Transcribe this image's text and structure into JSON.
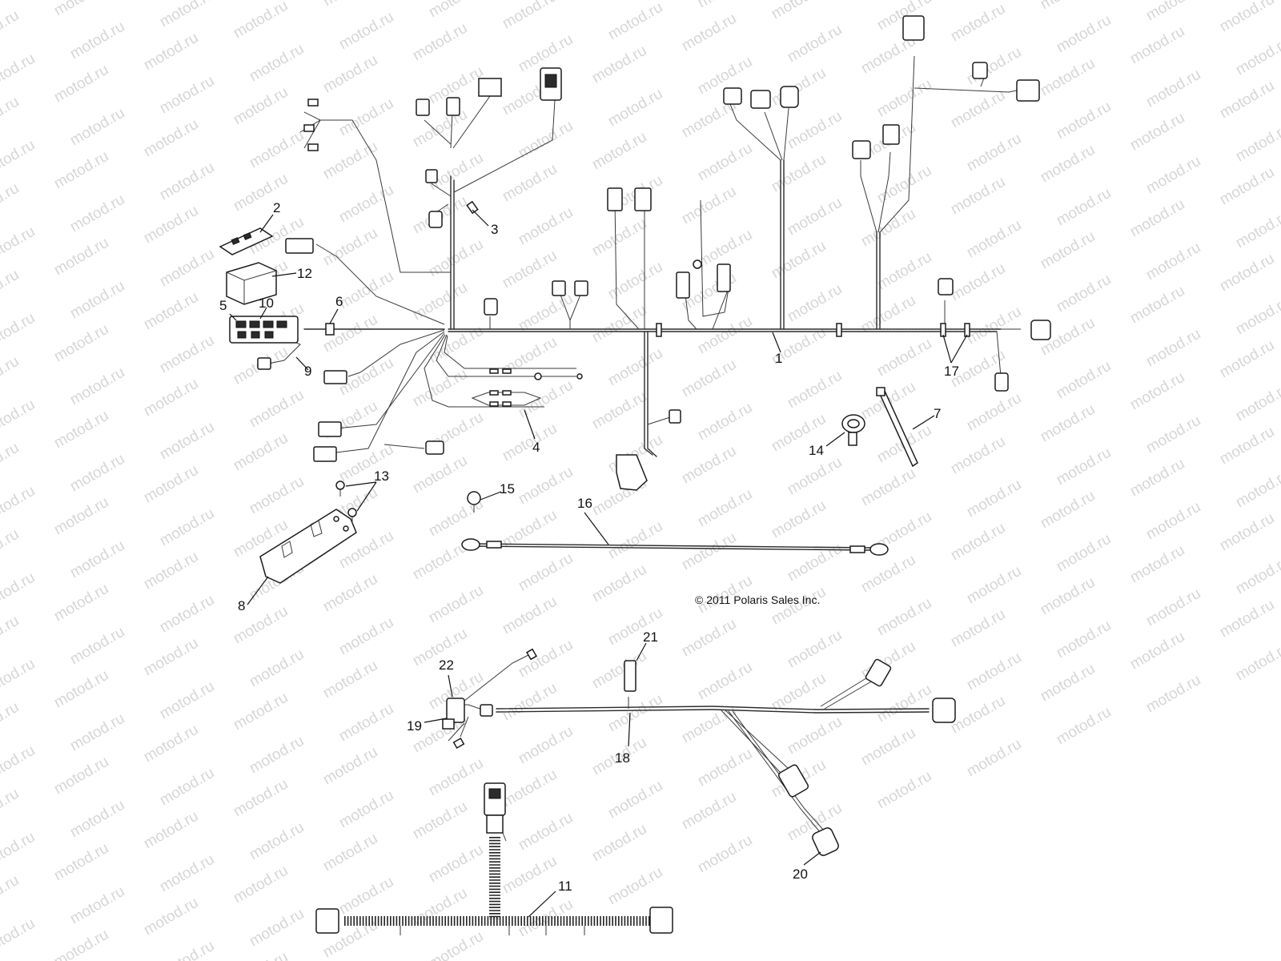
{
  "watermark": {
    "text": "motod.ru",
    "color": "#d6d6d6"
  },
  "copyright": "© 2011 Polaris Sales Inc.",
  "callouts": [
    {
      "id": "c1",
      "label": "1"
    },
    {
      "id": "c2",
      "label": "2"
    },
    {
      "id": "c3",
      "label": "3"
    },
    {
      "id": "c4",
      "label": "4"
    },
    {
      "id": "c5",
      "label": "5"
    },
    {
      "id": "c6",
      "label": "6"
    },
    {
      "id": "c7",
      "label": "7"
    },
    {
      "id": "c8",
      "label": "8"
    },
    {
      "id": "c9",
      "label": "9"
    },
    {
      "id": "c10",
      "label": "10"
    },
    {
      "id": "c11",
      "label": "11"
    },
    {
      "id": "c12",
      "label": "12"
    },
    {
      "id": "c13",
      "label": "13"
    },
    {
      "id": "c14",
      "label": "14"
    },
    {
      "id": "c15",
      "label": "15"
    },
    {
      "id": "c16",
      "label": "16"
    },
    {
      "id": "c17",
      "label": "17"
    },
    {
      "id": "c18",
      "label": "18"
    },
    {
      "id": "c19",
      "label": "19"
    },
    {
      "id": "c20",
      "label": "20"
    },
    {
      "id": "c21",
      "label": "21"
    },
    {
      "id": "c22",
      "label": "22"
    }
  ]
}
